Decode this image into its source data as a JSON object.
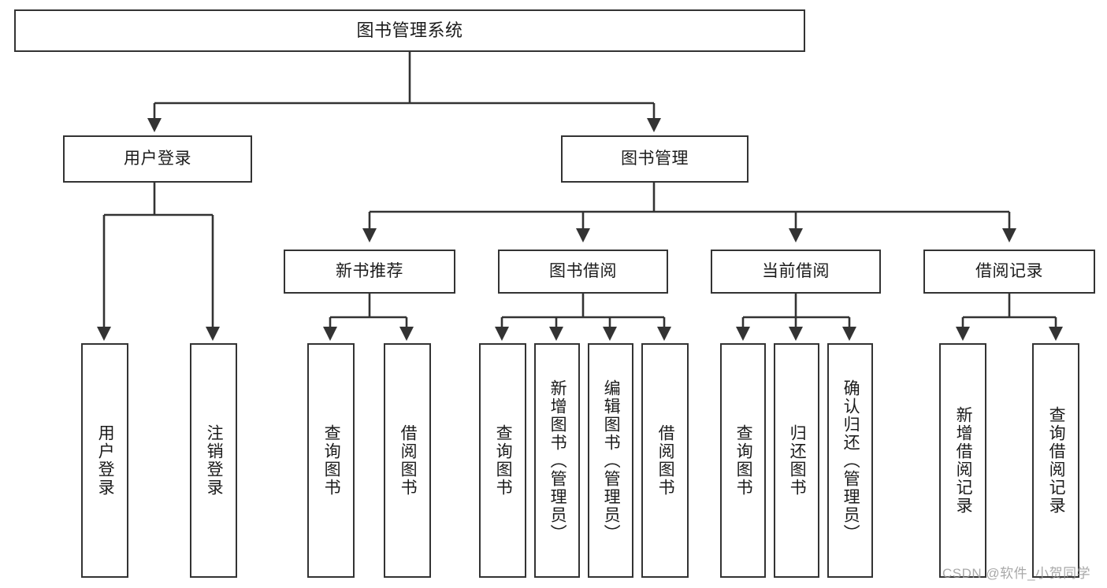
{
  "diagram": {
    "title": "图书管理系统",
    "watermark": "CSDN @软件_小贺同学",
    "colors": {
      "stroke": "#333333",
      "fill": "#ffffff",
      "text": "#1b1b1b",
      "watermark": "#9a9a9a"
    },
    "nodes": {
      "root": {
        "label": "图书管理系统"
      },
      "level2": [
        {
          "id": "user-login",
          "label": "用户登录"
        },
        {
          "id": "book-management",
          "label": "图书管理"
        }
      ],
      "level3": [
        {
          "id": "new-book-recommend",
          "label": "新书推荐"
        },
        {
          "id": "book-borrow",
          "label": "图书借阅"
        },
        {
          "id": "current-borrow",
          "label": "当前借阅"
        },
        {
          "id": "borrow-record",
          "label": "借阅记录"
        }
      ],
      "leaves": [
        {
          "id": "leaf-user-login",
          "label": "用户登录"
        },
        {
          "id": "leaf-logout-login",
          "label": "注销登录"
        },
        {
          "id": "leaf-query-book-1",
          "label": "查询图书"
        },
        {
          "id": "leaf-borrow-book-1",
          "label": "借阅图书"
        },
        {
          "id": "leaf-query-book-2",
          "label": "查询图书"
        },
        {
          "id": "leaf-add-book-admin",
          "label": "新增图书（管理员）"
        },
        {
          "id": "leaf-edit-book-admin",
          "label": "编辑图书（管理员）"
        },
        {
          "id": "leaf-borrow-book-2",
          "label": "借阅图书"
        },
        {
          "id": "leaf-query-book-3",
          "label": "查询图书"
        },
        {
          "id": "leaf-return-book",
          "label": "归还图书"
        },
        {
          "id": "leaf-confirm-return-admin",
          "label": "确认归还（管理员）"
        },
        {
          "id": "leaf-add-borrow-record",
          "label": "新增借阅记录"
        },
        {
          "id": "leaf-query-borrow-record",
          "label": "查询借阅记录"
        }
      ]
    }
  }
}
